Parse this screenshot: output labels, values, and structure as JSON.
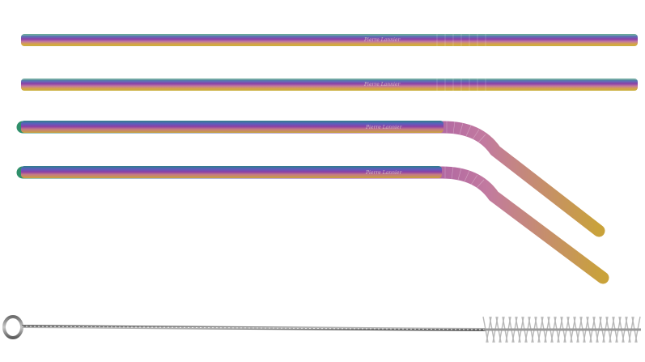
{
  "product": {
    "straws": [
      {
        "kind": "straight",
        "engraving": "Pierre Lannier"
      },
      {
        "kind": "straight",
        "engraving": "Pierre Lannier"
      },
      {
        "kind": "bent",
        "engraving": "Pierre Lannier"
      },
      {
        "kind": "bent",
        "engraving": "Pierre Lannier"
      }
    ],
    "brush": {
      "kind": "cleaning-brush"
    },
    "colors": {
      "background": "#ffffff",
      "rainbow": [
        "#2f8f6a",
        "#6a63b8",
        "#8b3fa6",
        "#c27aa0",
        "#d6a24a",
        "#c9b23a"
      ],
      "brush_metal": "#9a9a9a",
      "bristles": "#b8b8b8"
    }
  }
}
